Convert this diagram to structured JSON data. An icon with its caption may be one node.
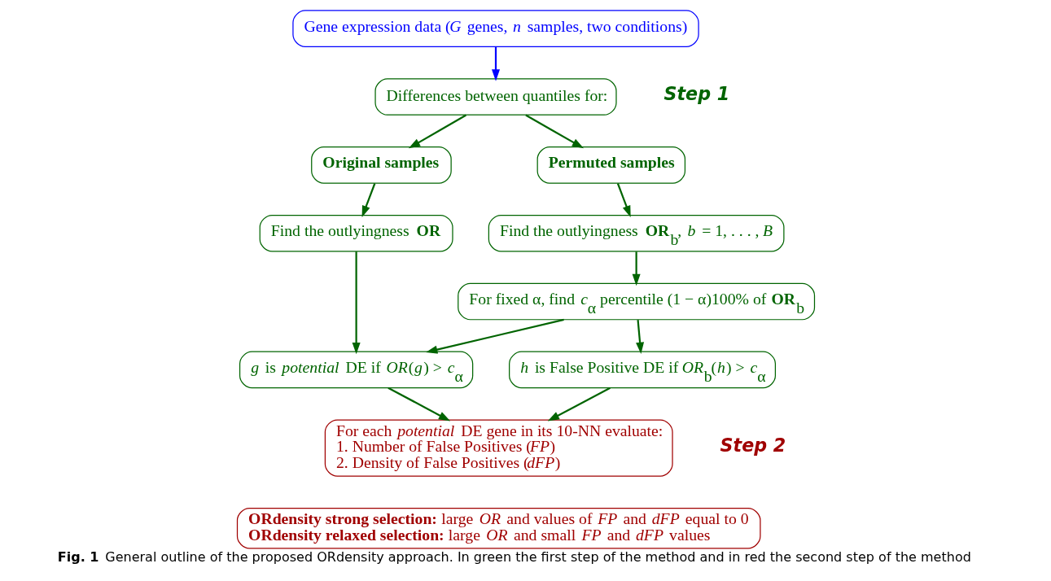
{
  "diagram": {
    "caption": "**Fig. 1** General outline of the proposed ORdensity approach. In green the first step of the method and in red the second step of the method",
    "nodes": [
      {
        "text": [
          "Gene expression data (*G* genes, *n* samples, two conditions)"
        ]
      },
      {
        "text": [
          "Differences between quantiles for:"
        ]
      },
      {
        "text": [
          "**Original samples**"
        ]
      },
      {
        "text": [
          "**Permuted samples**"
        ]
      },
      {
        "text": [
          "Find the outlyingness **OR**"
        ]
      },
      {
        "text": [
          "Find the outlyingness **OR**$_{b}$, *b* = 1, . . . , *B*"
        ]
      },
      {
        "text": [
          "For fixed α, find *c*$_{α}$ percentile (1 − α)100% of **OR**$_{b}$"
        ]
      },
      {
        "text": [
          "*g* is *potential* DE if *OR*(*g*) > *c*$_{α}$"
        ]
      },
      {
        "text": [
          "*h* is False Positive DE if *OR*$_{b}$(*h*) > *c*$_{α}$"
        ]
      },
      {
        "text": [
          "For each *potential* DE gene in its 10-NN evaluate:",
          "1. Number of False Positives (*FP*)",
          "2. Density of False Positives (*dFP*)"
        ]
      },
      {
        "text": [
          "**ORdensity strong selection:** large *OR* and values of *FP* and *dFP* equal to 0",
          "**ORdensity relaxed selection:** large *OR* and small *FP* and *dFP* values"
        ]
      }
    ],
    "edges": [
      {
        "from": 0,
        "to": 1,
        "arrow": "to",
        "color": "#0000ff"
      },
      {
        "from": 1,
        "to": 2,
        "arrow": "to"
      },
      {
        "from": 1,
        "to": 3,
        "arrow": "to"
      },
      {
        "from": 2,
        "to": 4,
        "arrow": "to"
      },
      {
        "from": 3,
        "to": 5,
        "arrow": "to"
      },
      {
        "from": 4,
        "to": 7,
        "arrow": "to"
      },
      {
        "from": 5,
        "to": 6,
        "arrow": "to"
      },
      {
        "from": 6,
        "to": 7,
        "arrow": "to"
      },
      {
        "from": 6,
        "to": 8,
        "arrow": "to"
      },
      {
        "from": 7,
        "to": 9,
        "arrow": "to"
      },
      {
        "from": 8,
        "to": 9,
        "arrow": "to"
      }
    ],
    "labels": [
      "Step 1",
      "Step 2"
    ]
  }
}
